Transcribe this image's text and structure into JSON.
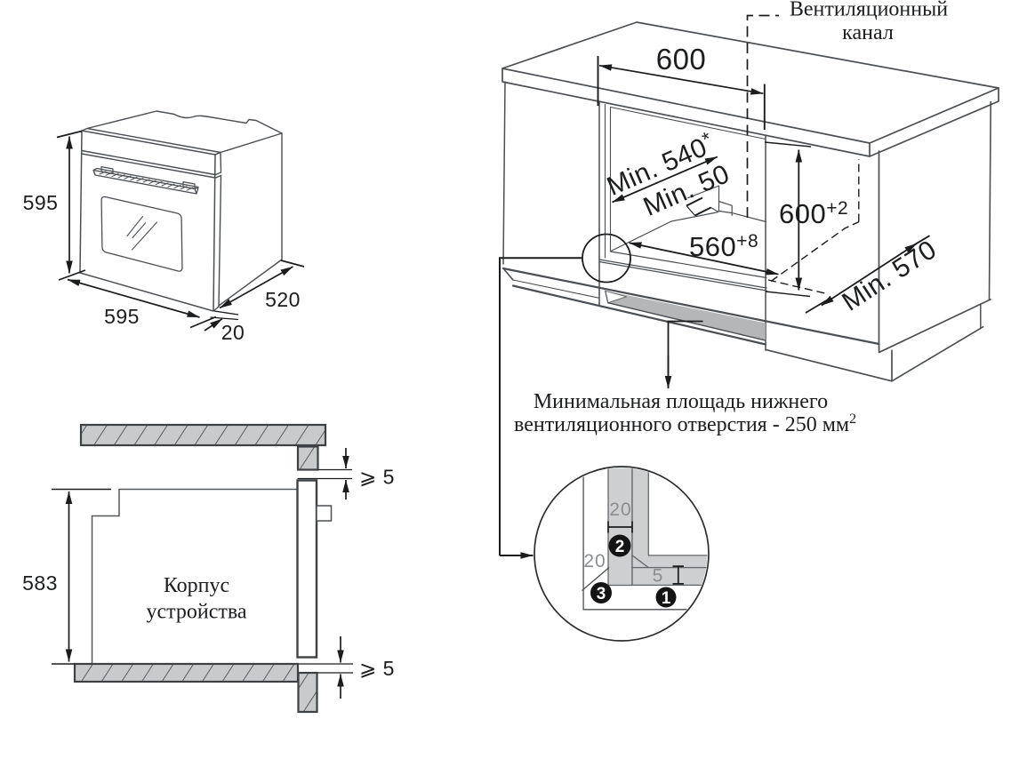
{
  "oven_view": {
    "dim_height": "595",
    "dim_width": "595",
    "dim_depth": "520",
    "dim_door_overhang": "20"
  },
  "cross_section": {
    "dim_body_height": "583",
    "gap_top": "⩾ 5",
    "gap_bottom": "⩾ 5",
    "body_label_line1": "Корпус",
    "body_label_line2": "устройства"
  },
  "cabinet_view": {
    "vent_channel_label_line1": "Вентиляционный",
    "vent_channel_label_line2": "канал",
    "dim_cutout_width": "600",
    "dim_min_depth_upper_base": "Min. 540",
    "dim_min_depth_upper_sup": "*",
    "dim_min_back_gap": "Min. 50",
    "dim_niche_height_base": "600",
    "dim_niche_height_sup": "+2",
    "dim_niche_width_base": "560",
    "dim_niche_width_sup": "+8",
    "dim_min_depth_lower": "Min. 570"
  },
  "note": {
    "line1": "Минимальная площадь нижнего",
    "line2_base": "вентиляционного отверстия - 250 мм",
    "line2_sup": "2"
  },
  "detail_view": {
    "dim_panel_thickness": "20",
    "dim_side_gap": "20",
    "dim_trim_gap": "5",
    "marker_1": "1",
    "marker_2": "2",
    "marker_3": "3"
  },
  "colors": {
    "line": "#4b4f53",
    "thick_line": "#3e4144",
    "dimension": "#1a1c1e",
    "hatch_fill": "#c9cacc",
    "slot_fill": "#b4b6b8",
    "detail_panel_fill": "#cdcfd1",
    "gray_text": "#8b8e90"
  }
}
